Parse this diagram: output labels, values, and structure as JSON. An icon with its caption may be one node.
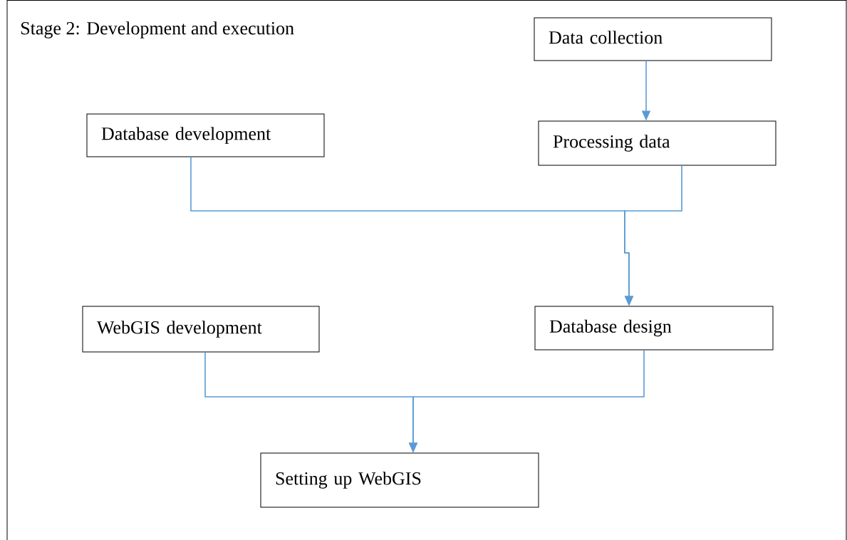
{
  "diagram": {
    "title": "Stage 2: Development and execution",
    "nodes": [
      {
        "text": [
          "Data collection"
        ]
      },
      {
        "text": [
          "Database development"
        ]
      },
      {
        "text": [
          "Processing data"
        ]
      },
      {
        "text": [
          "WebGIS development"
        ]
      },
      {
        "text": [
          "Database design"
        ]
      },
      {
        "text": [
          "Setting up WebGIS"
        ]
      }
    ],
    "edges": [
      {
        "from": 0,
        "to": 2,
        "arrow": "to"
      },
      {
        "from": 1,
        "to": 4,
        "arrow": "to"
      },
      {
        "from": 2,
        "to": 4,
        "arrow": "to"
      },
      {
        "from": 3,
        "to": 5,
        "arrow": "to"
      },
      {
        "from": 4,
        "to": 5,
        "arrow": "to"
      }
    ]
  }
}
